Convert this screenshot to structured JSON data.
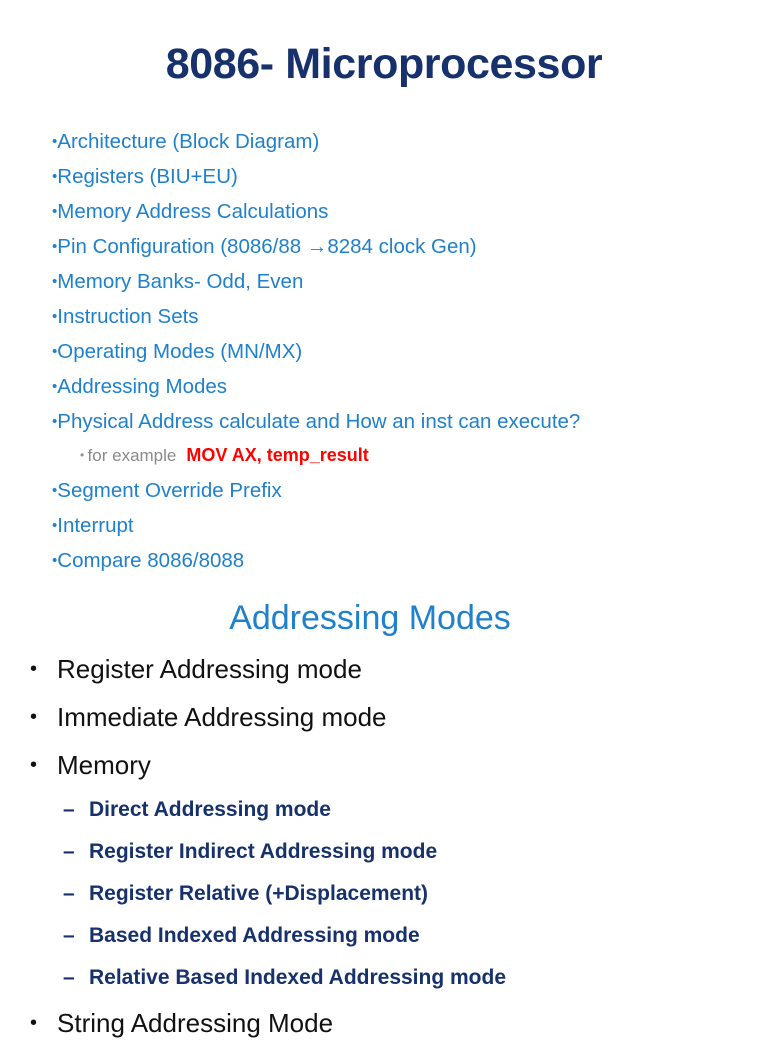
{
  "slide": {
    "title": "8086- Microprocessor",
    "topics": [
      {
        "bullet": "•",
        "text": "Architecture (Block Diagram)"
      },
      {
        "bullet": "•",
        "text": "Registers (BIU+EU)"
      },
      {
        "bullet": "•",
        "text": "Memory Address Calculations"
      },
      {
        "bullet": "•",
        "text": "Pin Configuration (8086/88  →8284 clock Gen)"
      },
      {
        "bullet": "•",
        "text": "Memory Banks- Odd, Even"
      },
      {
        "bullet": "•",
        "text": "Instruction Sets"
      },
      {
        "bullet": "•",
        "text": "Operating Modes (MN/MX)"
      },
      {
        "bullet": "•",
        "text": "Addressing Modes"
      },
      {
        "bullet": "•",
        "text": "Physical Address calculate and How an inst can execute?"
      }
    ],
    "example": {
      "bullet": "•",
      "label": "for example",
      "code": "MOV AX, temp_result"
    },
    "topics_after_example": [
      {
        "bullet": "•",
        "text": "Segment Override Prefix"
      },
      {
        "bullet": "•",
        "text": "Interrupt"
      },
      {
        "bullet": "•",
        "text": "Compare 8086/8088"
      }
    ],
    "section_heading": "Addressing Modes",
    "modes": [
      {
        "level": 1,
        "bullet": "•",
        "text": "Register Addressing mode"
      },
      {
        "level": 1,
        "bullet": "•",
        "text": "Immediate Addressing mode"
      },
      {
        "level": 1,
        "bullet": "•",
        "text": "Memory"
      },
      {
        "level": 2,
        "bullet": "–",
        "text": "Direct Addressing mode"
      },
      {
        "level": 2,
        "bullet": "–",
        "text": "Register Indirect Addressing mode"
      },
      {
        "level": 2,
        "bullet": "–",
        "text": "Register Relative (+Displacement)"
      },
      {
        "level": 2,
        "bullet": "–",
        "text": "Based Indexed Addressing mode"
      },
      {
        "level": 2,
        "bullet": "–",
        "text": "Relative Based Indexed Addressing mode"
      },
      {
        "level": 1,
        "bullet": "•",
        "text": "String Addressing Mode"
      }
    ],
    "colors": {
      "title_navy": "#16316c",
      "topic_blue": "#1f80cc",
      "example_gray": "#8a8a8a",
      "example_red": "#ff0000",
      "mode_black": "#111111",
      "mode_navy": "#16316c",
      "background": "#ffffff"
    }
  }
}
